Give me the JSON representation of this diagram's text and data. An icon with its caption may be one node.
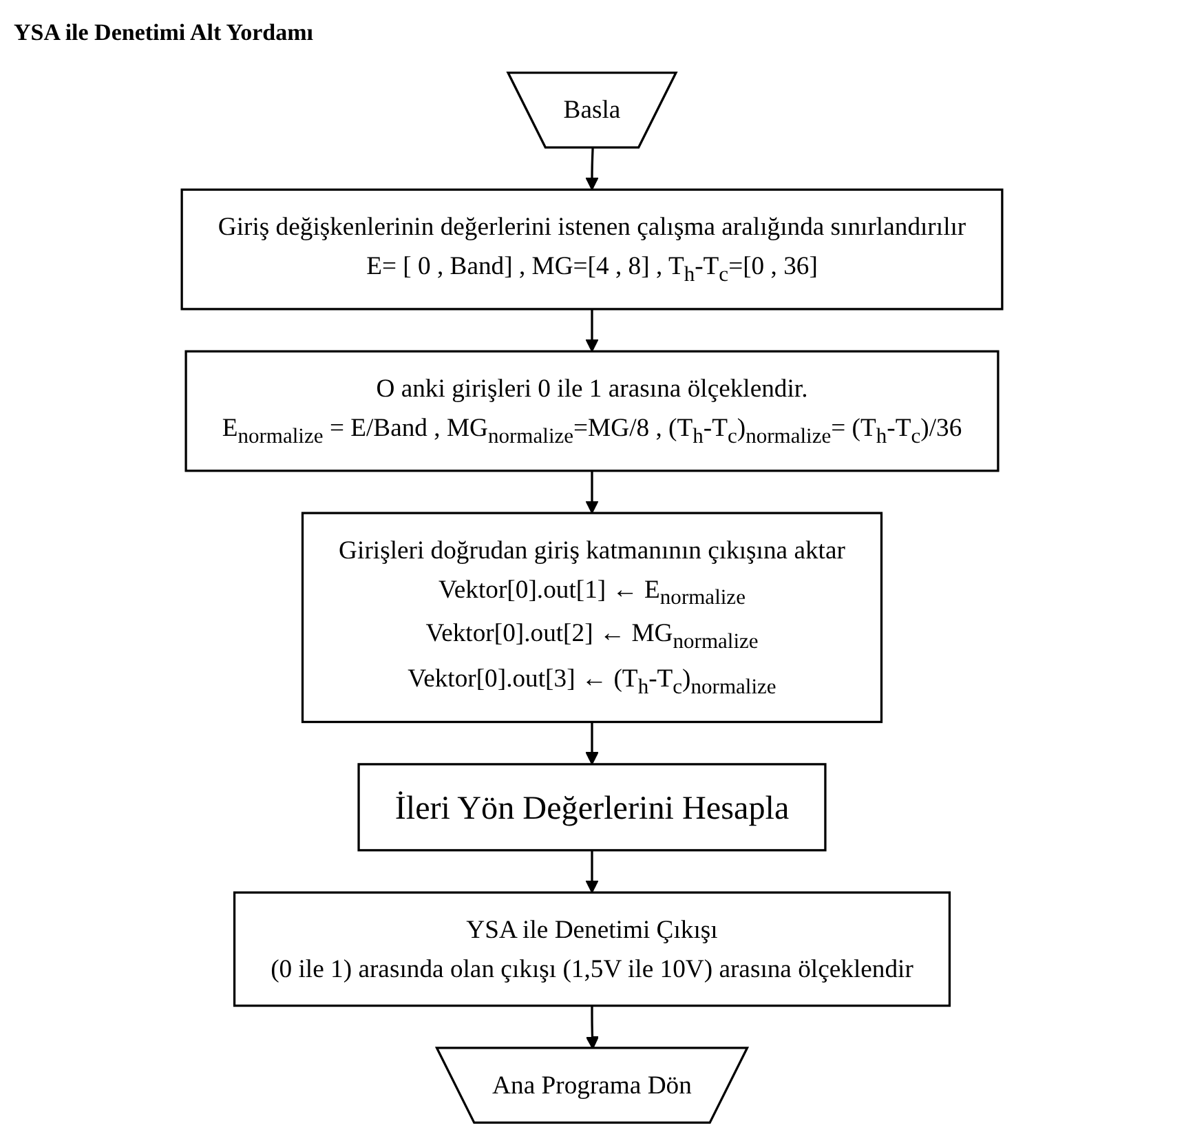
{
  "diagram": {
    "title": "YSA ile Denetimi Alt Yordamı",
    "nodes": [
      {
        "text": [
          "Basla"
        ]
      },
      {
        "text": [
          "Giriş değişkenlerinin değerlerini istenen çalışma aralığında sınırlandırılır",
          "E= [ 0 , Band]   ,   MG=[4 , 8]   ,   T$_{h}$-T$_{c}$=[0 , 36]"
        ]
      },
      {
        "text": [
          "O anki girişleri 0 ile 1 arasına ölçeklendir.",
          "E$_{normalize}$ = E/Band   ,   MG$_{normalize}$=MG/8   ,   (T$_{h}$-T$_{c}$)$_{normalize}$= (T$_{h}$-T$_{c}$)/36"
        ]
      },
      {
        "text": [
          "Girişleri doğrudan giriş katmanının çıkışına aktar",
          "Vektor[0].out[1] ← E$_{normalize}$",
          "Vektor[0].out[2] ← MG$_{normalize}$",
          "Vektor[0].out[3] ← (T$_{h}$-T$_{c}$)$_{normalize}$"
        ]
      },
      {
        "text": [
          "İleri Yön Değerlerini Hesapla"
        ]
      },
      {
        "text": [
          "YSA ile Denetimi Çıkışı",
          "(0 ile 1) arasında olan çıkışı (1,5V ile 10V) arasına ölçeklendir"
        ]
      },
      {
        "text": [
          "Ana Programa Dön"
        ]
      }
    ],
    "edges": [
      {
        "from": 0,
        "to": 1,
        "arrow": "to"
      },
      {
        "from": 1,
        "to": 2,
        "arrow": "to"
      },
      {
        "from": 2,
        "to": 3,
        "arrow": "to"
      },
      {
        "from": 3,
        "to": 4,
        "arrow": "to"
      },
      {
        "from": 4,
        "to": 5,
        "arrow": "to"
      },
      {
        "from": 5,
        "to": 6,
        "arrow": "to"
      }
    ]
  }
}
